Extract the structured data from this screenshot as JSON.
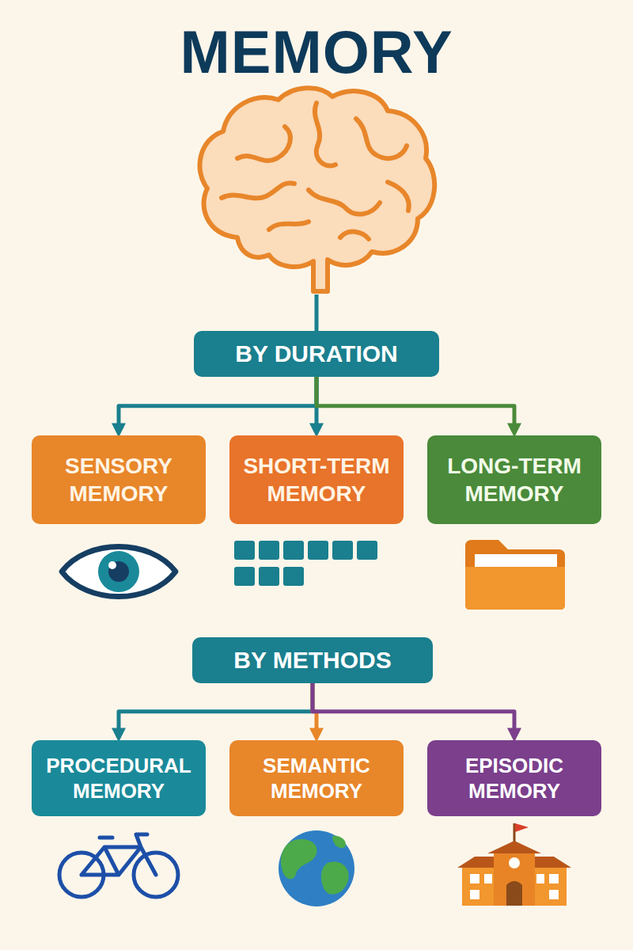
{
  "diagram": {
    "title": "MEMORY",
    "nodes": [
      {
        "text": [
          "BY DURATION"
        ]
      },
      {
        "text": [
          "SENSORY MEMORY"
        ]
      },
      {
        "text": [
          "SHORT-TERM MEMORY"
        ]
      },
      {
        "text": [
          "LONG-TERM MEMORY"
        ]
      },
      {
        "text": [
          "BY METHODS"
        ]
      },
      {
        "text": [
          "PROCEDURAL MEMORY"
        ]
      },
      {
        "text": [
          "SEMANTIC MEMORY"
        ]
      },
      {
        "text": [
          "EPISODIC MEMORY"
        ]
      }
    ],
    "edges": [
      {
        "from": 0,
        "to": 1,
        "arrow": "to"
      },
      {
        "from": 0,
        "to": 2,
        "arrow": "to"
      },
      {
        "from": 0,
        "to": 3,
        "arrow": "to"
      },
      {
        "from": 4,
        "to": 5,
        "arrow": "to"
      },
      {
        "from": 4,
        "to": 6,
        "arrow": "to"
      },
      {
        "from": 4,
        "to": 7,
        "arrow": "to"
      }
    ]
  }
}
